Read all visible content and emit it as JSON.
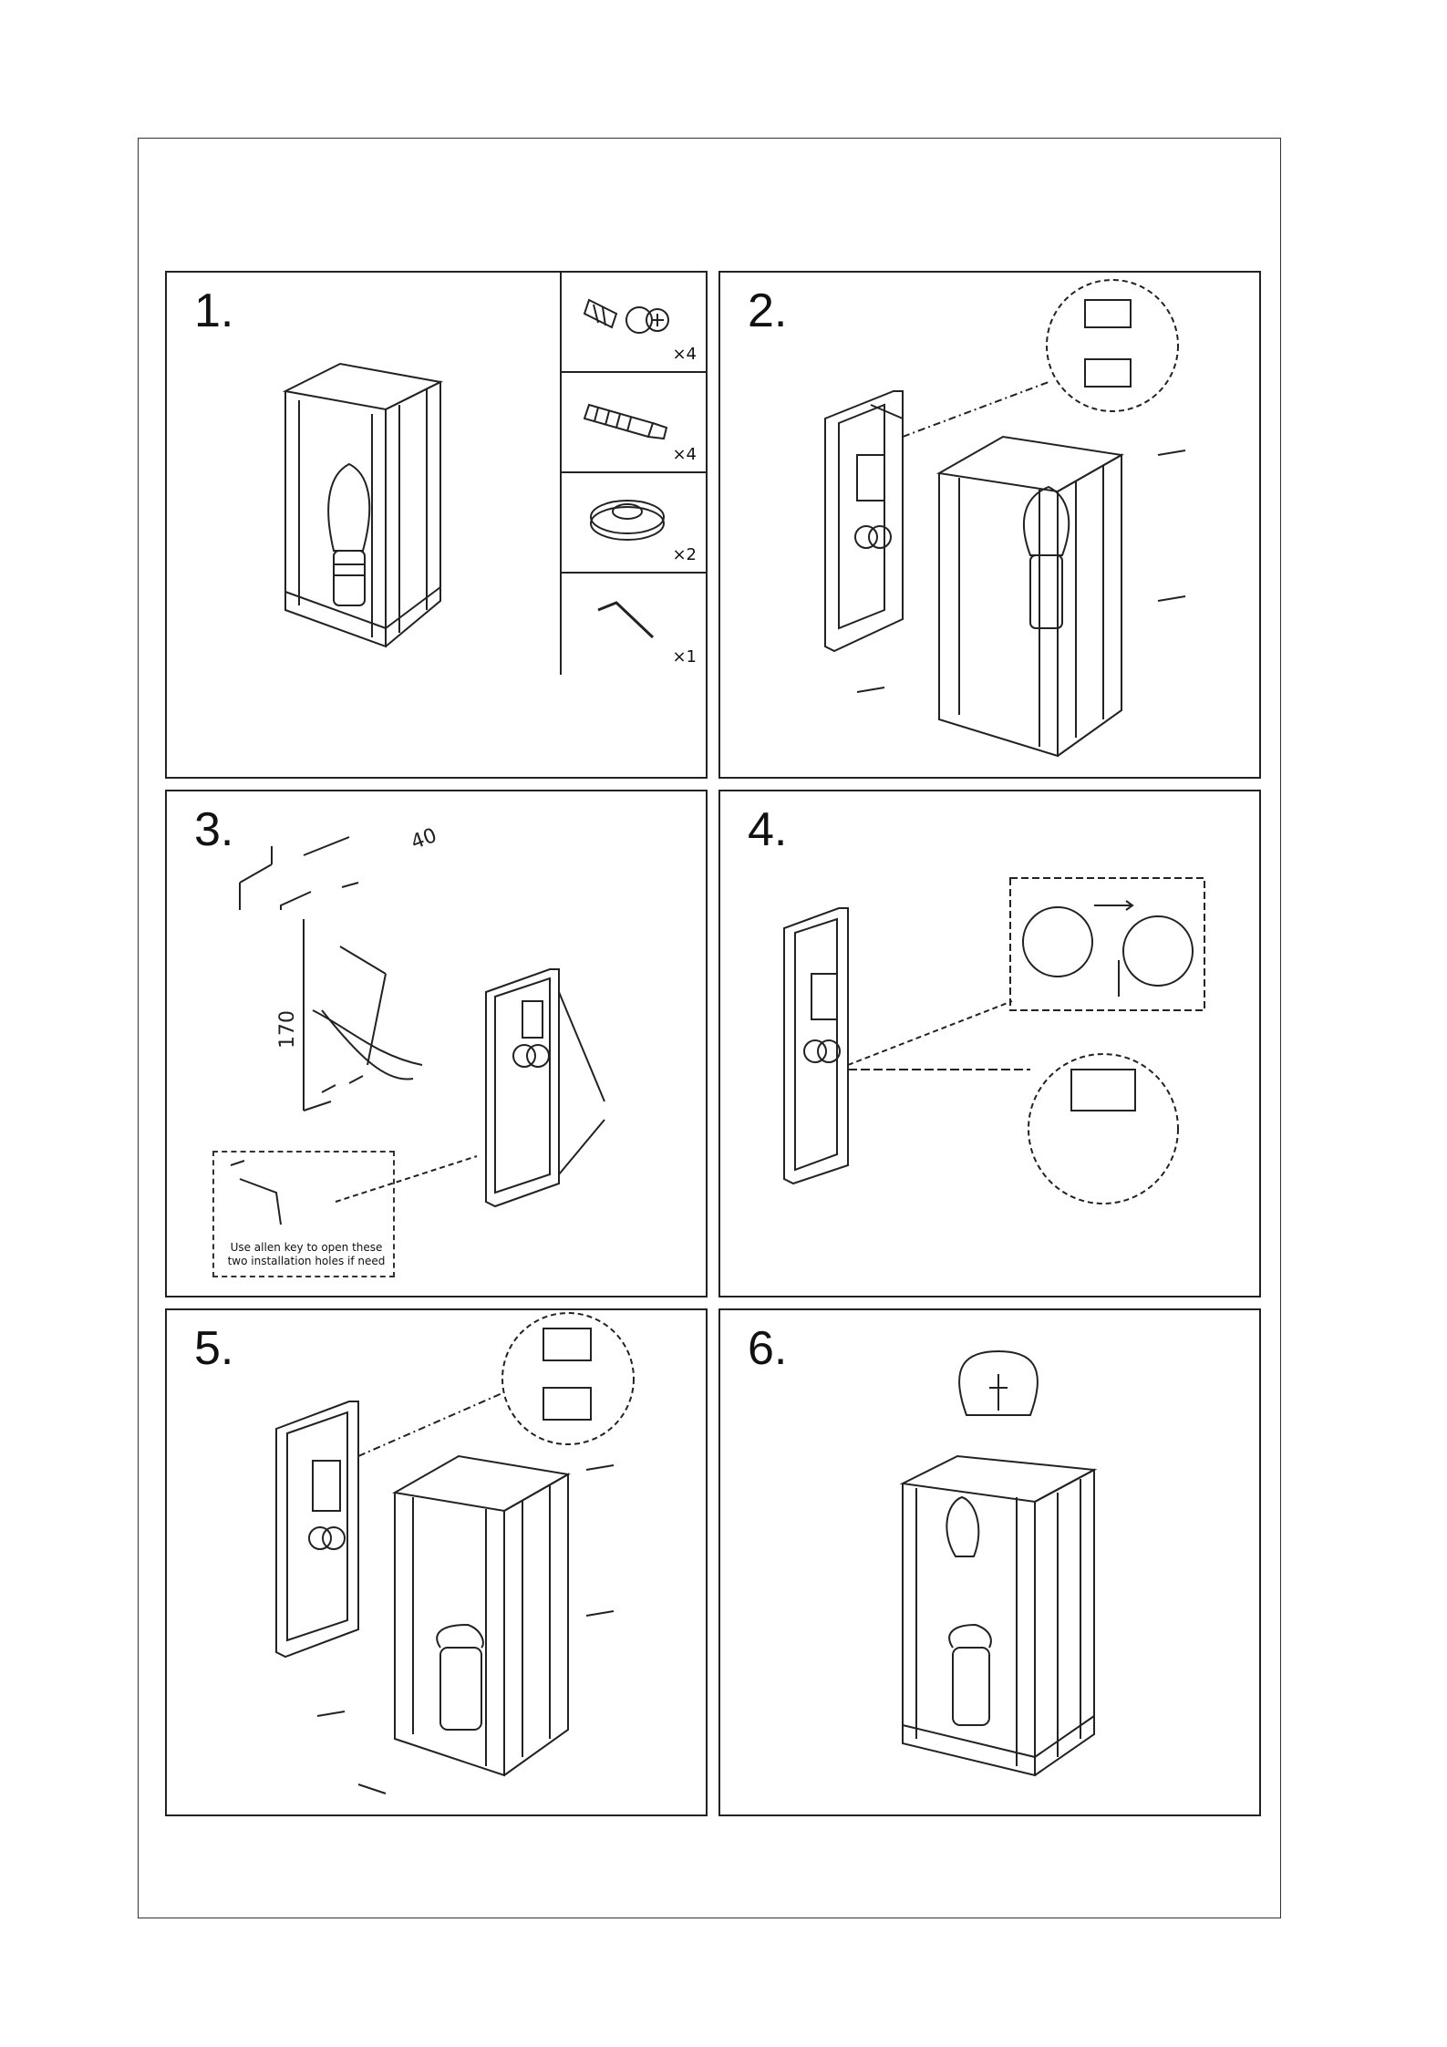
{
  "steps": [
    {
      "number": "1."
    },
    {
      "number": "2."
    },
    {
      "number": "3."
    },
    {
      "number": "4."
    },
    {
      "number": "5."
    },
    {
      "number": "6."
    }
  ],
  "parts": [
    {
      "item": "screw",
      "qty": "×4"
    },
    {
      "item": "wall-plug",
      "qty": "×4"
    },
    {
      "item": "cable-grommet",
      "qty": "×2"
    },
    {
      "item": "allen-key",
      "qty": "×1"
    }
  ],
  "step3": {
    "dim_horizontal": "40",
    "dim_vertical": "170",
    "note": "Use allen key to open these two installation holes if need"
  },
  "colors": {
    "line": "#222222",
    "background": "#ffffff"
  }
}
